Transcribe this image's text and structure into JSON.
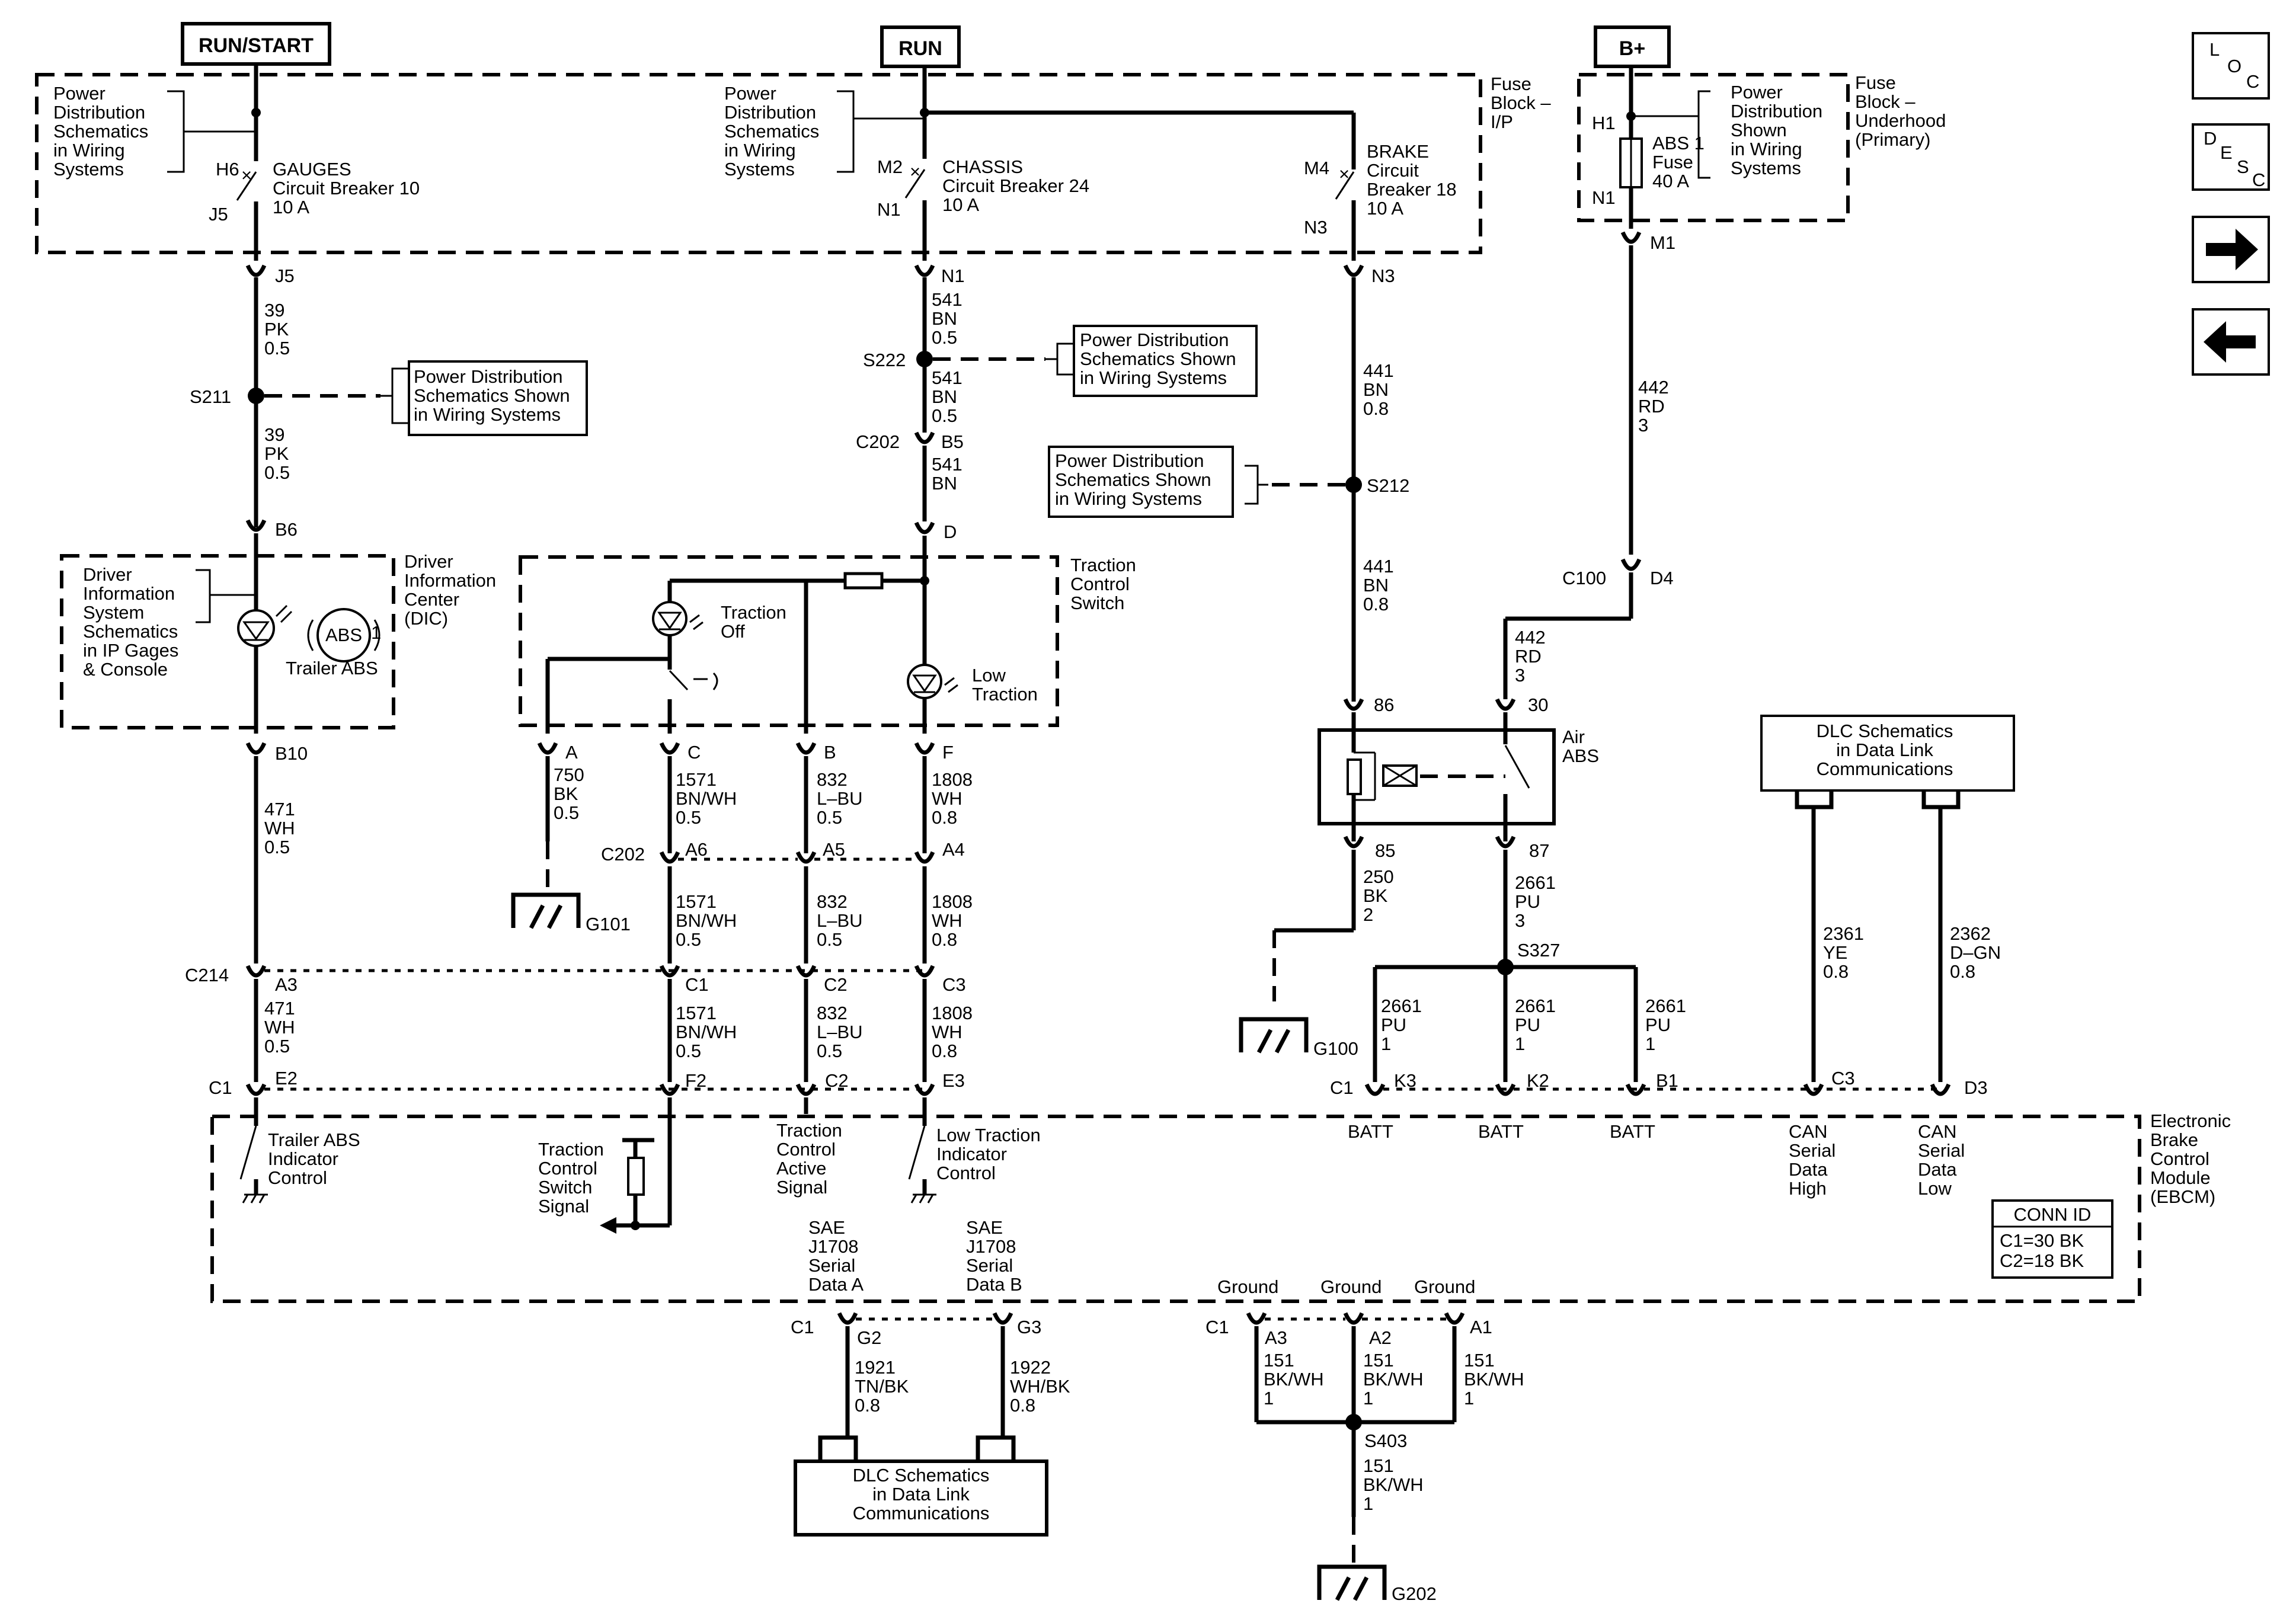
{
  "headers": {
    "run_start": "RUN/START",
    "run": "RUN",
    "b_plus": "B+"
  },
  "nav": {
    "loc": [
      "L",
      "O",
      "C"
    ],
    "desc": [
      "D",
      "E",
      "S",
      "C"
    ],
    "next_icon": "arrow-right-icon",
    "prev_icon": "arrow-left-icon"
  },
  "fuse_block_ip": [
    "Fuse",
    "Block –",
    "I/P"
  ],
  "fuse_block_underhood": [
    "Fuse",
    "Block –",
    "Underhood",
    "(Primary)"
  ],
  "pds_note_4": [
    "Power",
    "Distribution",
    "Schematics",
    "in Wiring",
    "Systems"
  ],
  "pds_note_ub": [
    "Power",
    "Distribution",
    "Shown",
    "in Wiring",
    "Systems"
  ],
  "pds_box": [
    "Power Distribution",
    "Schematics Shown",
    "in Wiring  Systems"
  ],
  "gauges": {
    "pin_in": "H6",
    "pin_out": "J5",
    "lines": [
      "GAUGES",
      "Circuit Breaker 10",
      "10 A"
    ]
  },
  "chassis": {
    "pin_in": "M2",
    "pin_out": "N1",
    "lines": [
      "CHASSIS",
      "Circuit Breaker 24",
      "10 A"
    ]
  },
  "brake": {
    "pin_in": "M4",
    "pin_out": "N3",
    "lines": [
      "BRAKE",
      "Circuit",
      "Breaker 18",
      "10 A"
    ]
  },
  "abs_fuse": {
    "pin_in": "H1",
    "pin_out": "N1",
    "lines": [
      "ABS 1",
      "Fuse",
      "40 A"
    ]
  },
  "connectors": {
    "j5": "J5",
    "n1": "N1",
    "n3": "N3",
    "m1": "M1",
    "b6": "B6",
    "b10": "B10",
    "c202_top": "C202",
    "b5": "B5",
    "d": "D",
    "c100": "C100",
    "d4": "D4",
    "a": "A",
    "c": "C",
    "b": "B",
    "f": "F",
    "c202": "C202",
    "a6": "A6",
    "a5": "A5",
    "a4": "A4",
    "c214": "C214",
    "a3": "A3",
    "c1_top": "C1",
    "c2_top": "C2",
    "c3_top": "C3",
    "c1": "C1",
    "e2": "E2",
    "f2": "F2",
    "c2": "C2",
    "e3": "E3",
    "k3": "K3",
    "k2": "K2",
    "b1": "B1",
    "c3": "C3",
    "d3": "D3",
    "g2": "G2",
    "g3": "G3",
    "ga3": "A3",
    "ga2": "A2",
    "ga1": "A1",
    "c1_left": "C1",
    "c1_kc": "C1",
    "c1_gr": "C1",
    "relay_86": "86",
    "relay_30": "30",
    "relay_85": "85",
    "relay_87": "87"
  },
  "splices": {
    "s211": "S211",
    "s222": "S222",
    "s212": "S212",
    "s327": "S327",
    "s403": "S403"
  },
  "wires": {
    "w39a": [
      "39",
      "PK",
      "0.5"
    ],
    "w39b": [
      "39",
      "PK",
      "0.5"
    ],
    "w541a": [
      "541",
      "BN",
      "0.5"
    ],
    "w541b": [
      "541",
      "BN",
      "0.5"
    ],
    "w541c": [
      "541",
      "BN"
    ],
    "w441a": [
      "441",
      "BN",
      "0.8"
    ],
    "w441b": [
      "441",
      "BN",
      "0.8"
    ],
    "w442a": [
      "442",
      "RD",
      "3"
    ],
    "w442b": [
      "442",
      "RD",
      "3"
    ],
    "w471a": [
      "471",
      "WH",
      "0.5"
    ],
    "w471b": [
      "471",
      "WH",
      "0.5"
    ],
    "w750": [
      "750",
      "BK",
      "0.5"
    ],
    "w1571a": [
      "1571",
      "BN/WH",
      "0.5"
    ],
    "w1571b": [
      "1571",
      "BN/WH",
      "0.5"
    ],
    "w1571c": [
      "1571",
      "BN/WH",
      "0.5"
    ],
    "w832a": [
      "832",
      "L–BU",
      "0.5"
    ],
    "w832b": [
      "832",
      "L–BU",
      "0.5"
    ],
    "w832c": [
      "832",
      "L–BU",
      "0.5"
    ],
    "w1808a": [
      "1808",
      "WH",
      "0.8"
    ],
    "w1808b": [
      "1808",
      "WH",
      "0.8"
    ],
    "w1808c": [
      "1808",
      "WH",
      "0.8"
    ],
    "w250": [
      "250",
      "BK",
      "2"
    ],
    "w2661a": [
      "2661",
      "PU",
      "3"
    ],
    "w2661b": [
      "2661",
      "PU",
      "1"
    ],
    "w2661c": [
      "2661",
      "PU",
      "1"
    ],
    "w2661d": [
      "2661",
      "PU",
      "1"
    ],
    "w2361": [
      "2361",
      "YE",
      "0.8"
    ],
    "w2362": [
      "2362",
      "D–GN",
      "0.8"
    ],
    "w1921": [
      "1921",
      "TN/BK",
      "0.8"
    ],
    "w1922": [
      "1922",
      "WH/BK",
      "0.8"
    ],
    "w151a": [
      "151",
      "BK/WH",
      "1"
    ],
    "w151b": [
      "151",
      "BK/WH",
      "1"
    ],
    "w151c": [
      "151",
      "BK/WH",
      "1"
    ],
    "w151d": [
      "151",
      "BK/WH",
      "1"
    ]
  },
  "dic": {
    "label": [
      "Driver",
      "Information",
      "Center",
      "(DIC)"
    ],
    "note": [
      "Driver",
      "Information",
      "System",
      "Schematics",
      "in IP Gages",
      "& Console"
    ],
    "abs_badge": "ABS",
    "abs_index": "1",
    "trailer_abs": "Trailer ABS"
  },
  "tcs": {
    "label": [
      "Traction",
      "Control",
      "Switch"
    ],
    "traction_off": [
      "Traction",
      "Off"
    ],
    "low_traction": [
      "Low",
      "Traction"
    ]
  },
  "relay": {
    "label": [
      "Air",
      "ABS"
    ]
  },
  "grounds": {
    "g101": "G101",
    "g100": "G100",
    "g202": "G202"
  },
  "dlc_right": [
    "DLC Schematics",
    "in Data Link",
    "Communications"
  ],
  "dlc_bottom": [
    "DLC Schematics",
    "in Data Link",
    "Communications"
  ],
  "ebcm": {
    "name": [
      "Electronic",
      "Brake",
      "Control",
      "Module",
      "(EBCM)"
    ],
    "trailer_abs_ctrl": [
      "Trailer ABS",
      "Indicator",
      "Control"
    ],
    "tcs_signal": [
      "Traction",
      "Control",
      "Switch",
      "Signal"
    ],
    "tc_active": [
      "Traction",
      "Control",
      "Active",
      "Signal"
    ],
    "low_traction_ctrl": [
      "Low Traction",
      "Indicator",
      "Control"
    ],
    "batt": "BATT",
    "can_high": [
      "CAN",
      "Serial",
      "Data",
      "High"
    ],
    "can_low": [
      "CAN",
      "Serial",
      "Data",
      "Low"
    ],
    "j1708_a": [
      "SAE",
      "J1708",
      "Serial",
      "Data A"
    ],
    "j1708_b": [
      "SAE",
      "J1708",
      "Serial",
      "Data B"
    ],
    "ground": "Ground",
    "conn_id_title": "CONN ID",
    "conn_id": [
      "C1=30 BK",
      "C2=18 BK"
    ]
  }
}
